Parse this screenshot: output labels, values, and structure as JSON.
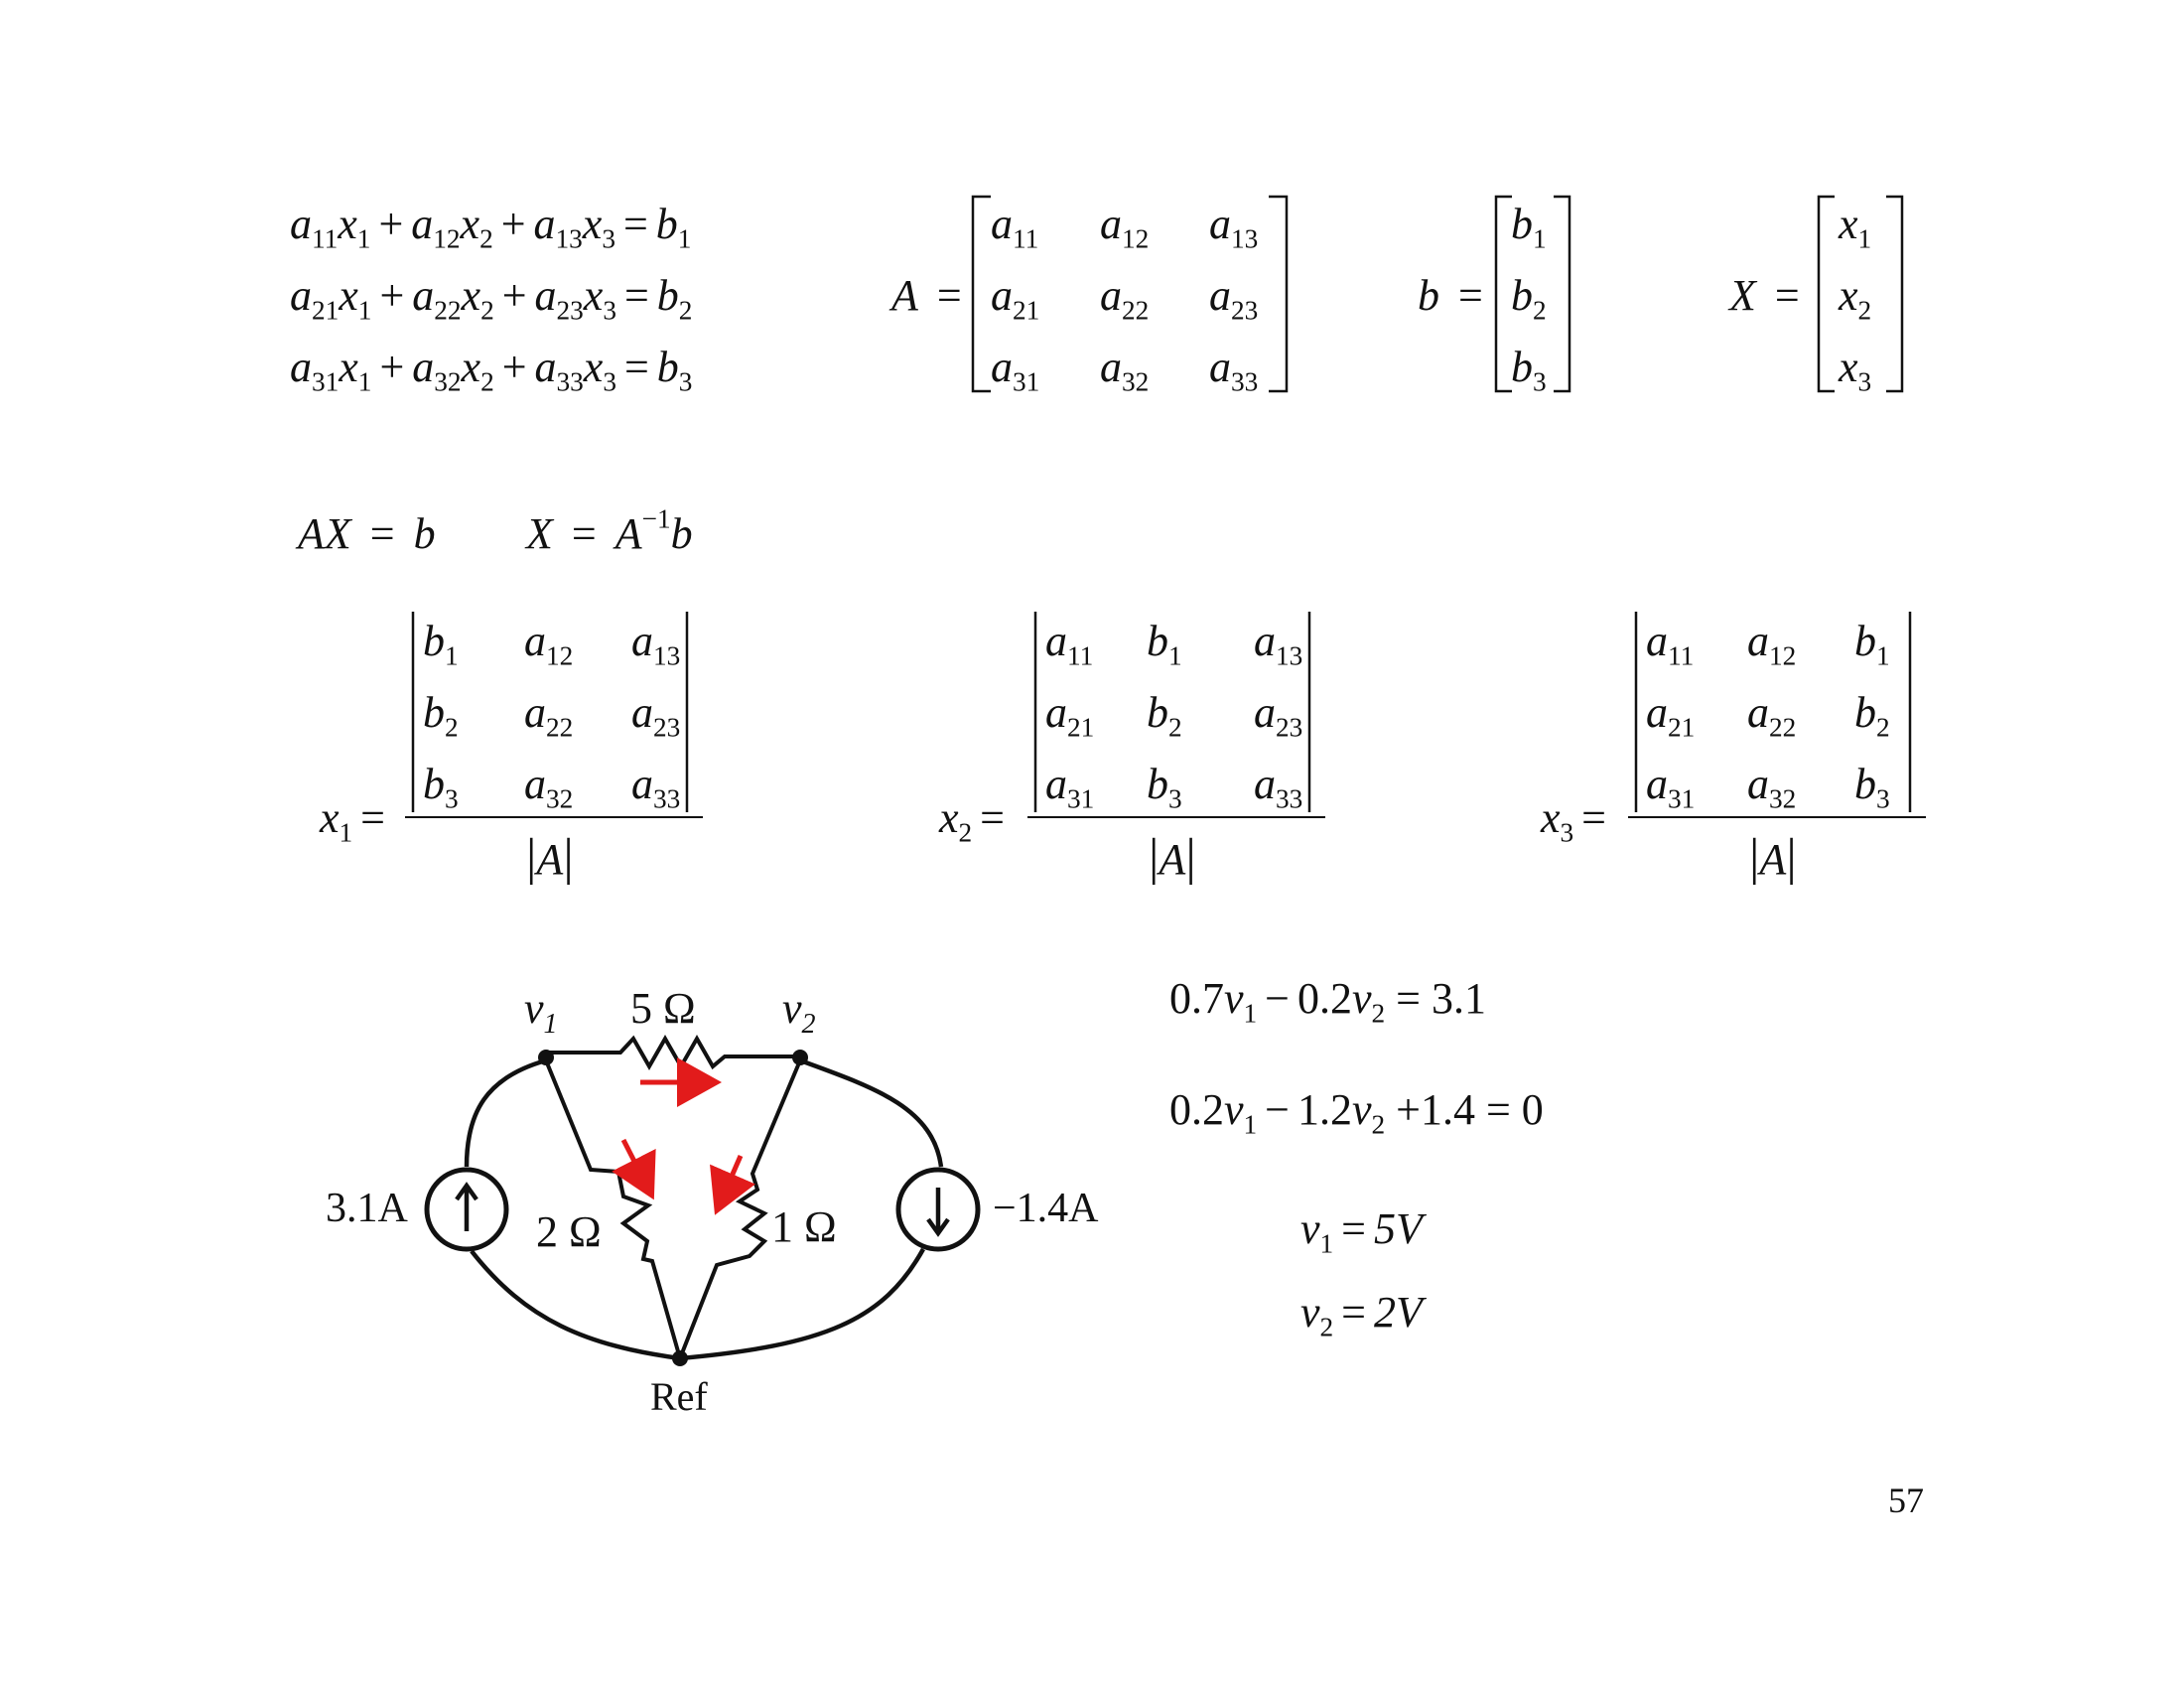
{
  "system": {
    "rows": [
      [
        "a",
        "11",
        "x",
        "1",
        "+",
        "a",
        "12",
        "x",
        "2",
        "+",
        "a",
        "13",
        "x",
        "3",
        "=",
        "b",
        "1"
      ],
      [
        "a",
        "21",
        "x",
        "1",
        "+",
        "a",
        "22",
        "x",
        "2",
        "+",
        "a",
        "23",
        "x",
        "3",
        "=",
        "b",
        "2"
      ],
      [
        "a",
        "31",
        "x",
        "1",
        "+",
        "a",
        "32",
        "x",
        "2",
        "+",
        "a",
        "33",
        "x",
        "3",
        "=",
        "b",
        "3"
      ]
    ]
  },
  "matrix_A": {
    "name": "A",
    "eq": "=",
    "cells": [
      [
        "a11",
        "a12",
        "a13"
      ],
      [
        "a21",
        "a22",
        "a23"
      ],
      [
        "a31",
        "a32",
        "a33"
      ]
    ]
  },
  "vector_b": {
    "name": "b",
    "eq": "=",
    "cells": [
      "b1",
      "b2",
      "b3"
    ]
  },
  "vector_X": {
    "name": "X",
    "eq": "=",
    "cells": [
      "x1",
      "x2",
      "x3"
    ]
  },
  "matrix_eq": {
    "left": "AX",
    "eq1": "=",
    "rhs1": "b",
    "x": "X",
    "eq2": "=",
    "A": "A",
    "inv": "−1",
    "b": "b"
  },
  "cramer": [
    {
      "lhs": "x",
      "lhs_sub": "1",
      "eq": "=",
      "det": [
        [
          "b1",
          "a12",
          "a13"
        ],
        [
          "b2",
          "a22",
          "a23"
        ],
        [
          "b3",
          "a32",
          "a33"
        ]
      ],
      "denom": "A"
    },
    {
      "lhs": "x",
      "lhs_sub": "2",
      "eq": "=",
      "det": [
        [
          "a11",
          "b1",
          "a13"
        ],
        [
          "a21",
          "b2",
          "a23"
        ],
        [
          "a31",
          "b3",
          "a33"
        ]
      ],
      "denom": "A"
    },
    {
      "lhs": "x",
      "lhs_sub": "3",
      "eq": "=",
      "det": [
        [
          "a11",
          "a12",
          "b1"
        ],
        [
          "a21",
          "a22",
          "b2"
        ],
        [
          "a31",
          "a32",
          "b3"
        ]
      ],
      "denom": "A"
    }
  ],
  "circuit": {
    "node1": "v1",
    "node2": "v2",
    "r_top": "5 Ω",
    "r_left": "2 Ω",
    "r_right": "1 Ω",
    "src_left": "3.1A",
    "src_right": "−1.4A",
    "ref": "Ref",
    "arrow_color": "#e21b1b"
  },
  "node_equations": [
    {
      "c1": "0.7",
      "v1": "v",
      "s1": "1",
      "op": "−",
      "c2": "0.2",
      "v2": "v",
      "s2": "2",
      "rest": "= 3.1"
    },
    {
      "c1": "0.2",
      "v1": "v",
      "s1": "1",
      "op": "−",
      "c2": "1.2",
      "v2": "v",
      "s2": "2",
      "rest": "+1.4 = 0"
    }
  ],
  "solutions": [
    {
      "var": "v",
      "sub": "1",
      "eq": "=",
      "val": "5V"
    },
    {
      "var": "v",
      "sub": "2",
      "eq": "=",
      "val": "2V"
    }
  ],
  "page_number": "57"
}
